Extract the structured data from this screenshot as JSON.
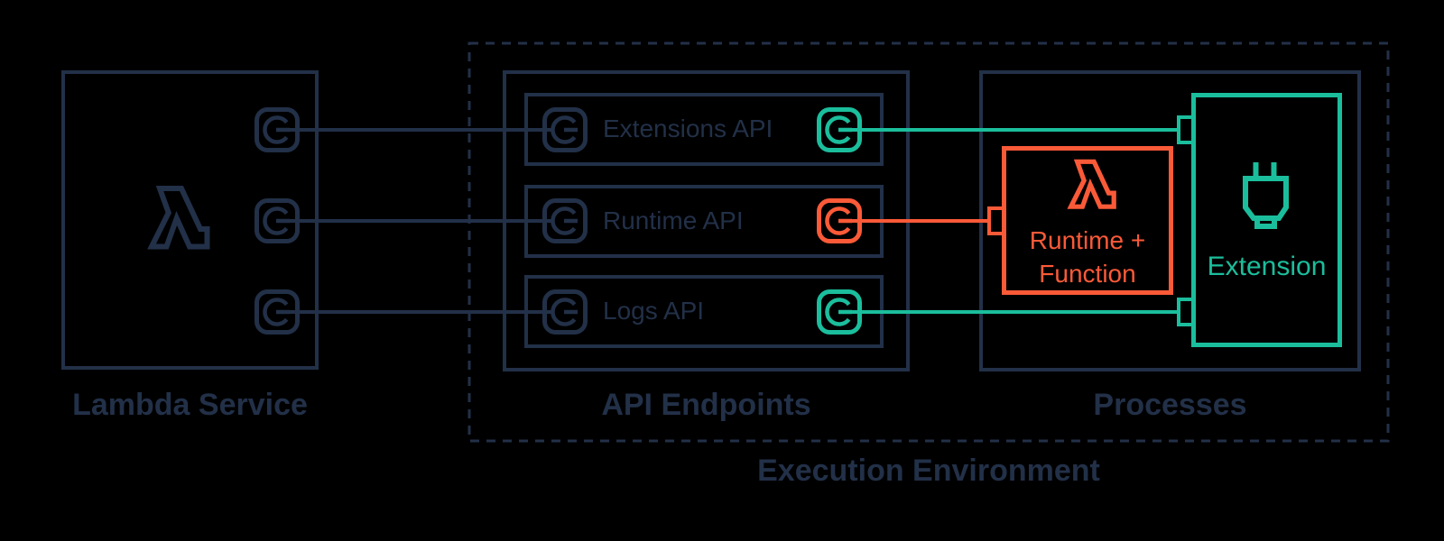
{
  "colors": {
    "background": "#000000",
    "navy": "#223048",
    "green": "#1bbe9c",
    "orange": "#fb5a38"
  },
  "lambda_service": {
    "label": "Lambda Service",
    "icon": "aws-lambda-icon",
    "port_count": 3
  },
  "execution_environment": {
    "label": "Execution Environment",
    "api_endpoints": {
      "label": "API Endpoints",
      "endpoints": [
        {
          "label": "Extensions API",
          "port_color": "green"
        },
        {
          "label": "Runtime API",
          "port_color": "orange"
        },
        {
          "label": "Logs API",
          "port_color": "green"
        }
      ]
    },
    "processes": {
      "label": "Processes",
      "items": [
        {
          "label": "Runtime + Function",
          "label_line1": "Runtime +",
          "label_line2": "Function",
          "icon": "aws-lambda-icon",
          "color": "orange"
        },
        {
          "label": "Extension",
          "icon": "power-plug-icon",
          "color": "green"
        }
      ]
    }
  }
}
